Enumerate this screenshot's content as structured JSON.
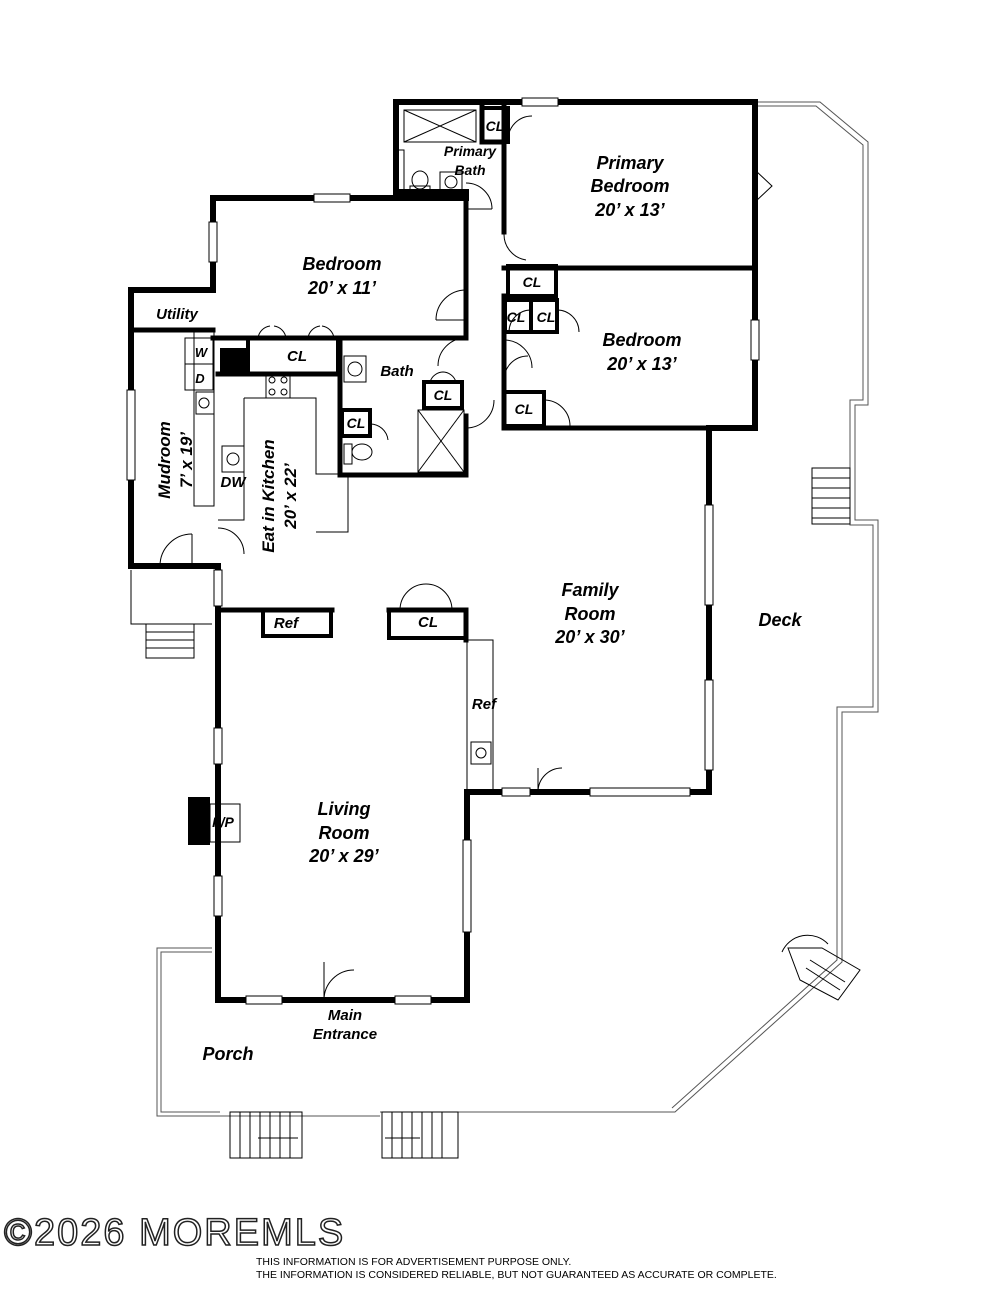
{
  "rooms": {
    "primary_bedroom": {
      "name_1": "Primary",
      "name_2": "Bedroom",
      "size": "20’ x 13’"
    },
    "primary_bath": {
      "name_1": "Primary",
      "name_2": "Bath"
    },
    "bedroom_west": {
      "name": "Bedroom",
      "size": "20’ x 11’"
    },
    "bedroom_east": {
      "name": "Bedroom",
      "size": "20’ x 13’"
    },
    "utility": {
      "name": "Utility"
    },
    "bath": {
      "name": "Bath"
    },
    "mudroom": {
      "name": "Mudroom",
      "size": "7’ x 19’"
    },
    "kitchen": {
      "name": "Eat in Kitchen",
      "size": "20’ x 22’"
    },
    "family_room": {
      "name_1": "Family",
      "name_2": "Room",
      "size": "20’ x 30’"
    },
    "living_room": {
      "name_1": "Living",
      "name_2": "Room",
      "size": "20’ x 29’"
    },
    "deck": {
      "name": "Deck"
    },
    "porch": {
      "name": "Porch"
    },
    "main_entrance": {
      "name_1": "Main",
      "name_2": "Entrance"
    }
  },
  "fixtures": {
    "closet": "CL",
    "washer": "W",
    "dryer": "D",
    "dishwasher": "DW",
    "refrigerator": "Ref",
    "fireplace": "F/P"
  },
  "footer": {
    "copyright": "©2026 MOREMLS",
    "disclaimer_1": "THIS INFORMATION IS FOR ADVERTISEMENT PURPOSE ONLY.",
    "disclaimer_2": "THE INFORMATION IS CONSIDERED RELIABLE, BUT NOT GUARANTEED AS ACCURATE OR COMPLETE."
  }
}
